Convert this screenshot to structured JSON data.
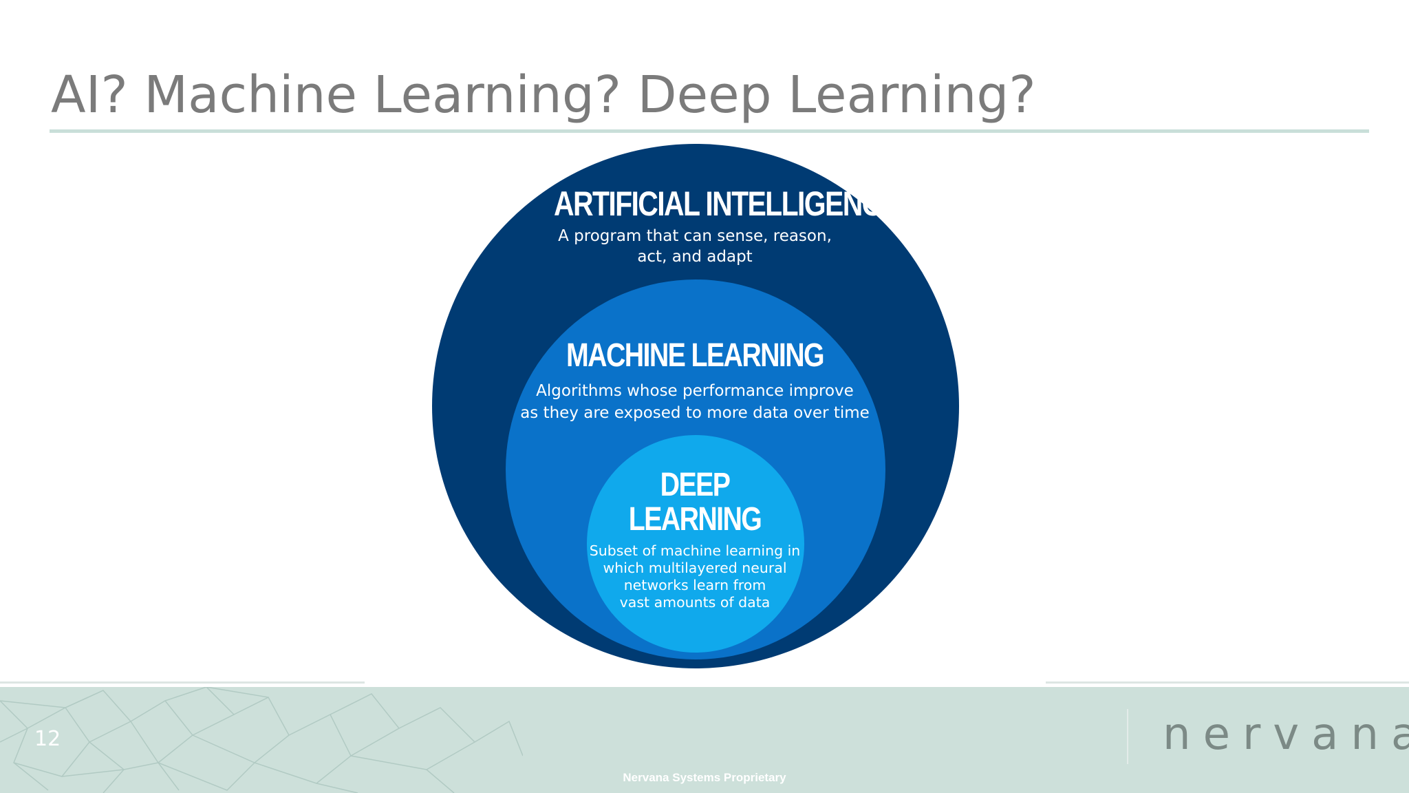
{
  "slide": {
    "title": "AI? Machine Learning? Deep Learning?",
    "page_number": "12",
    "footer_text": "Nervana Systems Proprietary",
    "logo_text": "nervana"
  },
  "diagram": {
    "outer": {
      "heading": "ARTIFICIAL INTELLIGENCE",
      "desc_line1": "A program that can sense, reason,",
      "desc_line2": "act, and adapt",
      "color": "#003b73"
    },
    "middle": {
      "heading": "MACHINE LEARNING",
      "desc_line1": "Algorithms whose performance improve",
      "desc_line2": "as they are exposed to more data over time",
      "color": "#0a72c9"
    },
    "inner": {
      "heading_line1": "DEEP",
      "heading_line2": "LEARNING",
      "desc_line1": "Subset of machine learning in",
      "desc_line2": "which multilayered neural",
      "desc_line3": "networks learn from",
      "desc_line4": "vast amounts of data",
      "color": "#10a9ec"
    }
  },
  "colors": {
    "title": "#7b7b7b",
    "rule": "#c9dfd9",
    "footer": "#cde0da"
  }
}
